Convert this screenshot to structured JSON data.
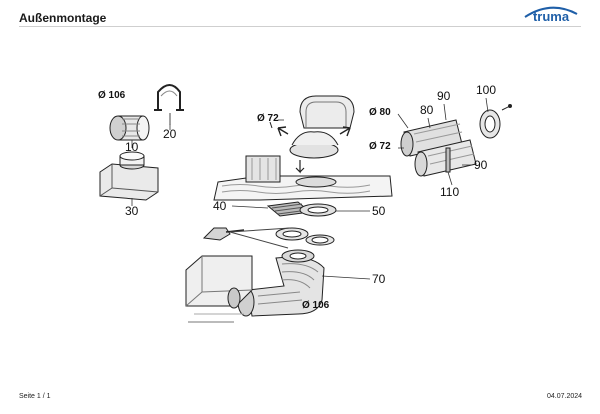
{
  "header": {
    "title": "Außenmontage",
    "brand": "truma",
    "brand_color": "#1f5fa8"
  },
  "callouts": {
    "c10": "10",
    "c20": "20",
    "c30": "30",
    "c40": "40",
    "c50": "50",
    "c70": "70",
    "c80": "80",
    "c90a": "90",
    "c90b": "90",
    "c100": "100",
    "c110": "110",
    "d106_top": "Ø 106",
    "d106_bottom": "Ø 106",
    "d72_cowl": "Ø 72",
    "d80": "Ø 80",
    "d72_pipe": "Ø 72"
  },
  "footer": {
    "page": "Seite 1 / 1",
    "date": "04.07.2024"
  }
}
